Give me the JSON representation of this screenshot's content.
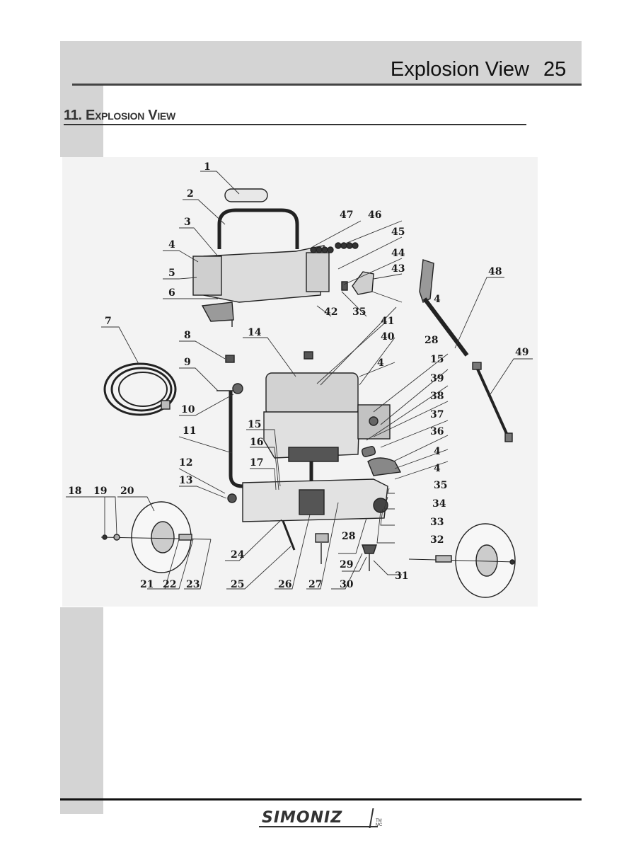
{
  "header": {
    "title": "Explosion View",
    "page_number": "25"
  },
  "section": {
    "title": "11. Explosion View"
  },
  "diagram": {
    "callouts": [
      "1",
      "2",
      "3",
      "4",
      "5",
      "6",
      "7",
      "8",
      "9",
      "10",
      "11",
      "12",
      "13",
      "14",
      "15",
      "16",
      "17",
      "18",
      "19",
      "20",
      "21",
      "22",
      "23",
      "24",
      "25",
      "26",
      "27",
      "28",
      "29",
      "30",
      "31",
      "32",
      "33",
      "34",
      "35",
      "36",
      "37",
      "38",
      "39",
      "40",
      "41",
      "42",
      "43",
      "44",
      "45",
      "46",
      "47",
      "48",
      "49",
      "4",
      "4",
      "4",
      "4",
      "15",
      "28",
      "35"
    ]
  },
  "footer": {
    "brand": "SIMONIZ",
    "tm": "TM",
    "mc": "MC"
  }
}
